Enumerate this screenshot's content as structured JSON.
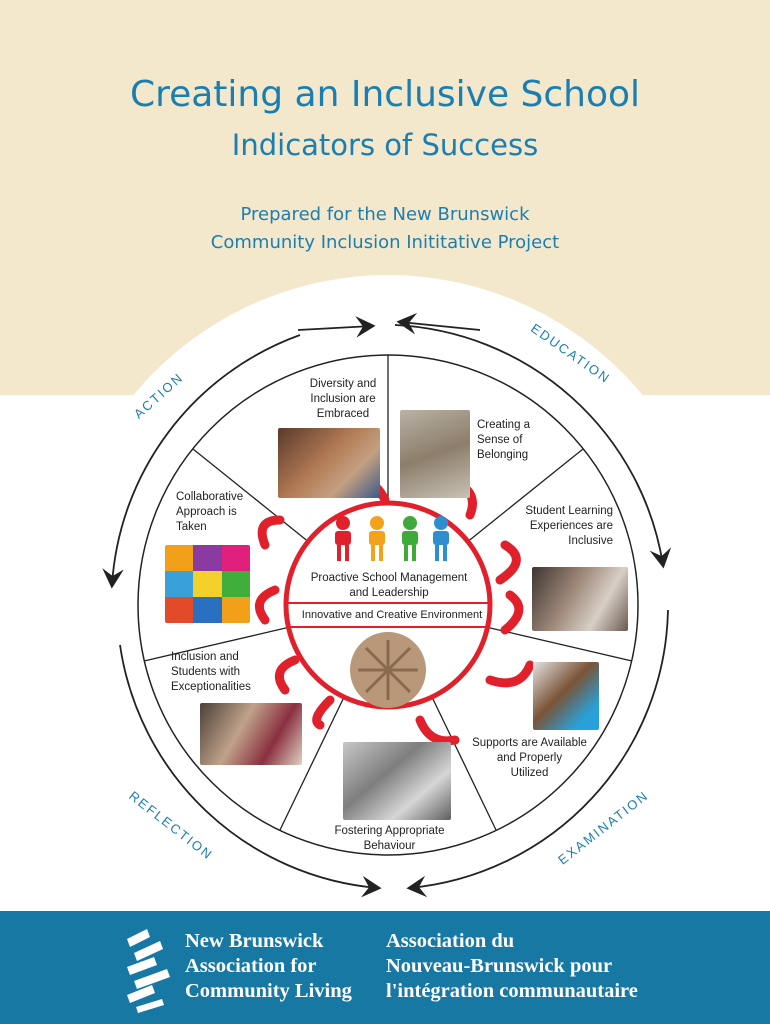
{
  "header": {
    "title": "Creating an Inclusive School",
    "subtitle": "Indicators of Success",
    "prepared_line1": "Prepared for the New Brunswick",
    "prepared_line2": "Community Inclusion Inititative Project"
  },
  "cycle": {
    "action": "ACTION",
    "education": "EDUCATION",
    "examination": "EXAMINATION",
    "reflection": "REFLECTION"
  },
  "segments": {
    "diversity": "Diversity and\nInclusion are\nEmbraced",
    "belonging": "Creating a\nSense of\nBelonging",
    "learning": "Student Learning\nExperiences are\nInclusive",
    "supports": "Supports are Available\nand Properly\nUtilized",
    "behaviour": "Fostering Appropriate\nBehaviour",
    "exceptionalities": "Inclusion and\nStudents with\nExceptionalities",
    "collaborative": "Collaborative\nApproach is\nTaken"
  },
  "center": {
    "management": "Proactive School Management\nand Leadership",
    "environment": "Innovative and Creative Environment"
  },
  "footer": {
    "english": "New Brunswick\nAssociation  for\nCommunity Living",
    "french": "Association du\nNouveau-Brunswick pour\nl'intégration communautaire"
  },
  "colors": {
    "accent_blue": "#1a7fb0",
    "footer_blue": "#1878a4",
    "band_cream": "#f3e7cc",
    "ribbon_red": "#e0202a"
  }
}
